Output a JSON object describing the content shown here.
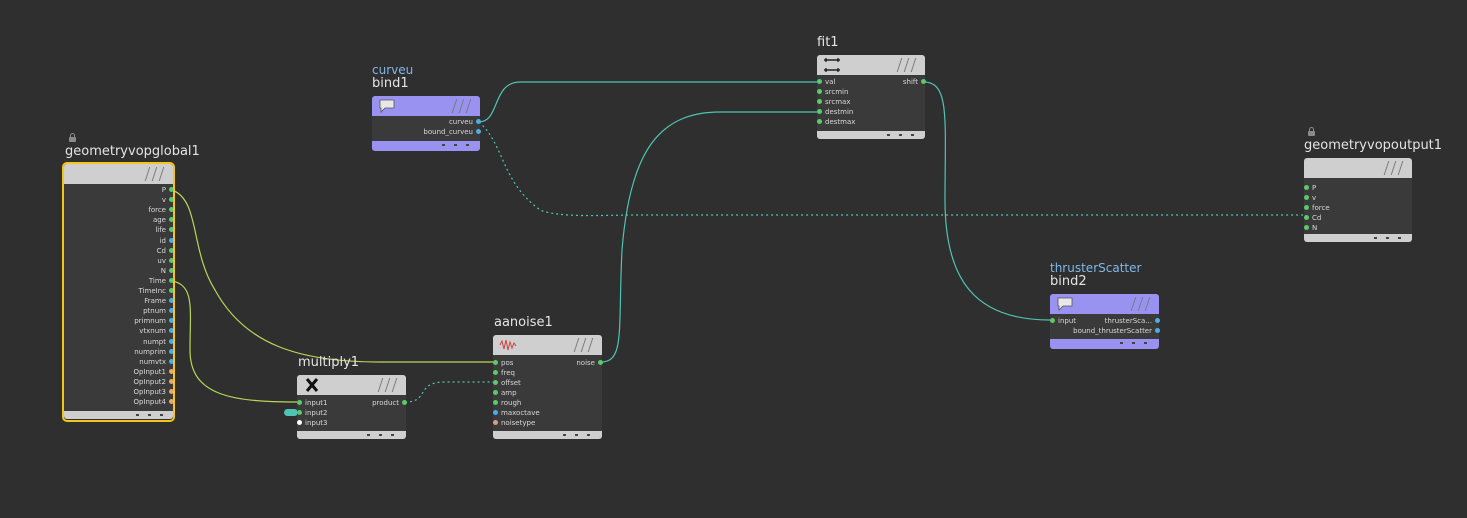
{
  "colors": {
    "background": "#2f2f2f",
    "wire": "#4fc4b4",
    "wire_time": "#b8d65a",
    "node_header": "#cfcfcf",
    "bind_header": "#9a92f0",
    "selected": "#f3c61d",
    "port_float": "#5cc96a",
    "port_int": "#4aaee8",
    "port_string": "#e8a868",
    "port_vector": "#68c7b4"
  },
  "nodes": {
    "global": {
      "title": "geometryvopglobal1",
      "locked": true,
      "selected": true,
      "outputs": [
        "P",
        "v",
        "force",
        "age",
        "life",
        "id",
        "Cd",
        "uv",
        "N",
        "Time",
        "TimeInc",
        "Frame",
        "ptnum",
        "primnum",
        "vtxnum",
        "numpt",
        "numprim",
        "numvtx",
        "OpInput1",
        "OpInput2",
        "OpInput3",
        "OpInput4"
      ]
    },
    "bind1": {
      "subtitle": "curveu",
      "title": "bind1",
      "icon": "speech-bubble-icon",
      "outputs": [
        "curveu",
        "bound_curveu"
      ]
    },
    "fit1": {
      "title": "fit1",
      "icon": "fit-range-icon",
      "inputs": [
        "val",
        "srcmin",
        "srcmax",
        "destmin",
        "destmax"
      ],
      "outputs": [
        "shift"
      ]
    },
    "output": {
      "title": "geometryvopoutput1",
      "locked": true,
      "inputs": [
        "P",
        "v",
        "force",
        "Cd",
        "N"
      ]
    },
    "bind2": {
      "subtitle": "thrusterScatter",
      "title": "bind2",
      "icon": "speech-bubble-icon",
      "inputs": [
        "input"
      ],
      "outputs": [
        "thrusterSca...",
        "bound_thrusterScatter"
      ]
    },
    "aanoise": {
      "title": "aanoise1",
      "icon": "noise-wave-icon",
      "inputs": [
        "pos",
        "freq",
        "offset",
        "amp",
        "rough",
        "maxoctave",
        "noisetype"
      ],
      "outputs": [
        "noise"
      ]
    },
    "multiply": {
      "title": "multiply1",
      "icon": "multiply-x-icon",
      "inputs": [
        "input1",
        "input2",
        "input3"
      ],
      "outputs": [
        "product"
      ]
    }
  }
}
